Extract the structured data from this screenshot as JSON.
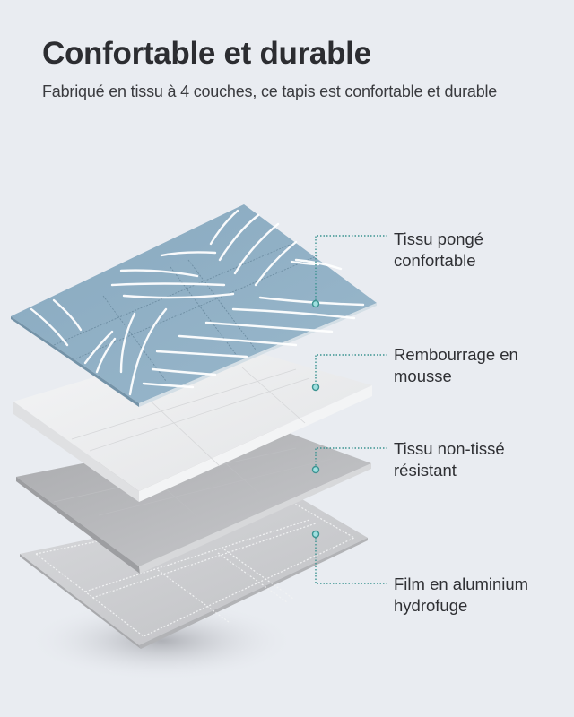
{
  "header": {
    "title": "Confortable et durable",
    "subtitle": "Fabriqué en tissu à 4 couches, ce tapis est confortable et durable"
  },
  "layers": [
    {
      "name": "top-fabric",
      "label_line1": "Tissu pongé",
      "label_line2": "confortable",
      "color": "#8eaec4"
    },
    {
      "name": "foam-padding",
      "label_line1": "Rembourrage en",
      "label_line2": "mousse",
      "color": "#eceeef"
    },
    {
      "name": "non-woven",
      "label_line1": "Tissu non-tissé",
      "label_line2": "résistant",
      "color": "#b9babd"
    },
    {
      "name": "aluminium-film",
      "label_line1": "Film en aluminium",
      "label_line2": "hydrofuge",
      "color": "#c8c9cc"
    }
  ],
  "colors": {
    "background": "#e9ecf1",
    "callout_accent": "#3c9391",
    "dot_fill": "#9fe0e0"
  }
}
